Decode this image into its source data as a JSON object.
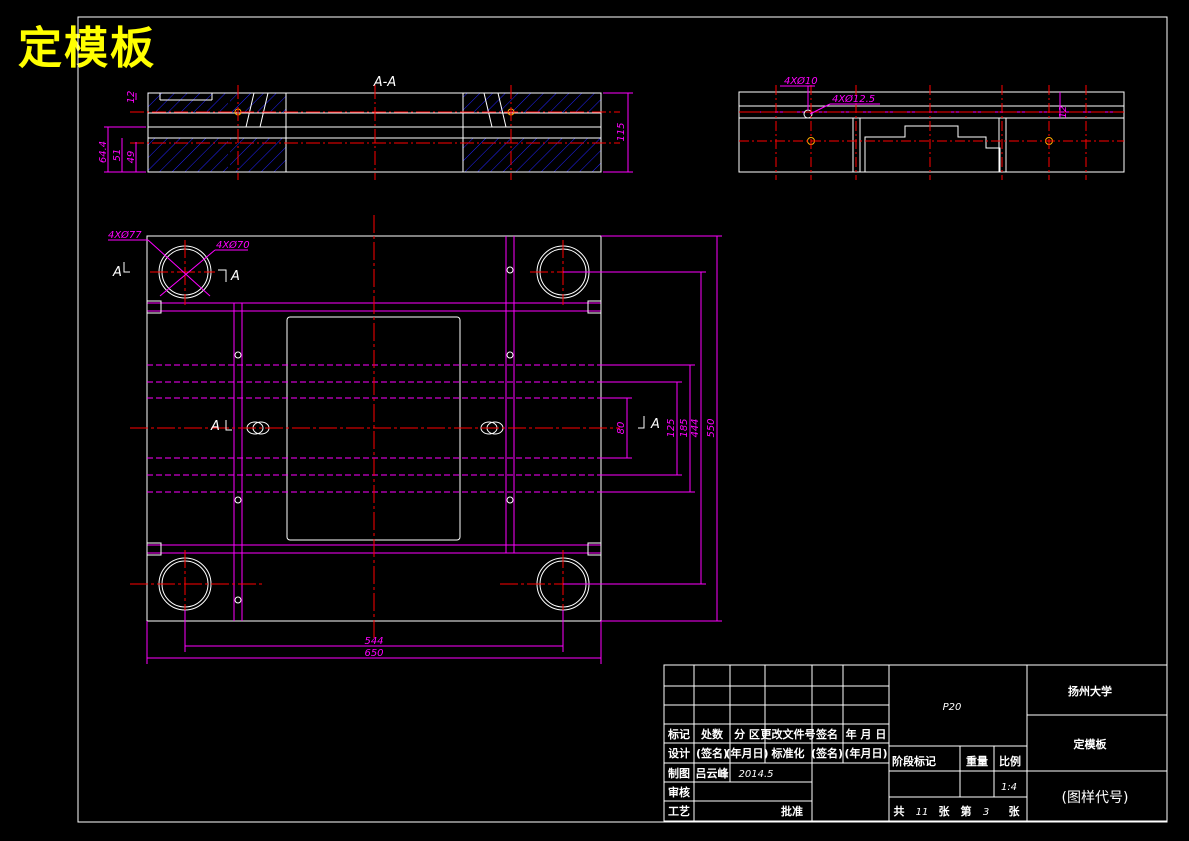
{
  "drawing_title": "定模板",
  "section_title": "A-A",
  "section_marker": "A",
  "labels": {
    "hole_guide_outer": "4XØ77",
    "hole_guide_inner": "4XØ70",
    "hole_top_10": "4XØ10",
    "hole_top_125": "4XØ12.5"
  },
  "dimensions": {
    "width_544": "544",
    "width_650": "650",
    "h_80": "80",
    "h_125": "125",
    "h_185": "185",
    "h_444": "444",
    "h_550": "550",
    "thk_115": "115",
    "thk_644": "64.4",
    "thk_51": "51",
    "thk_49": "49",
    "thk_12": "12",
    "top_12": "12"
  },
  "title_block": {
    "material": "P20",
    "school": "扬州大学",
    "part_name": "定模板",
    "drawing_code": "(图样代号)",
    "header_row": [
      "标记",
      "处数",
      "分 区",
      "更改文件号",
      "签名",
      "年 月 日"
    ],
    "design_row": [
      "设计",
      "(签名)",
      "(年月日)",
      "标准化",
      "(签名)",
      "(年月日)"
    ],
    "draw_label": "制图",
    "drawer": "吕云峰",
    "date": "2014.5",
    "check_label": "审核",
    "process_label": "工艺",
    "approve_label": "批准",
    "stage_label": "阶段标记",
    "weight_label": "重量",
    "scale_label": "比例",
    "scale_value": "1:4",
    "total_label": "共",
    "total_value": "11",
    "sheet_unit": "张",
    "sheet_label": "第",
    "sheet_value": "3",
    "sheet_unit2": "张"
  }
}
